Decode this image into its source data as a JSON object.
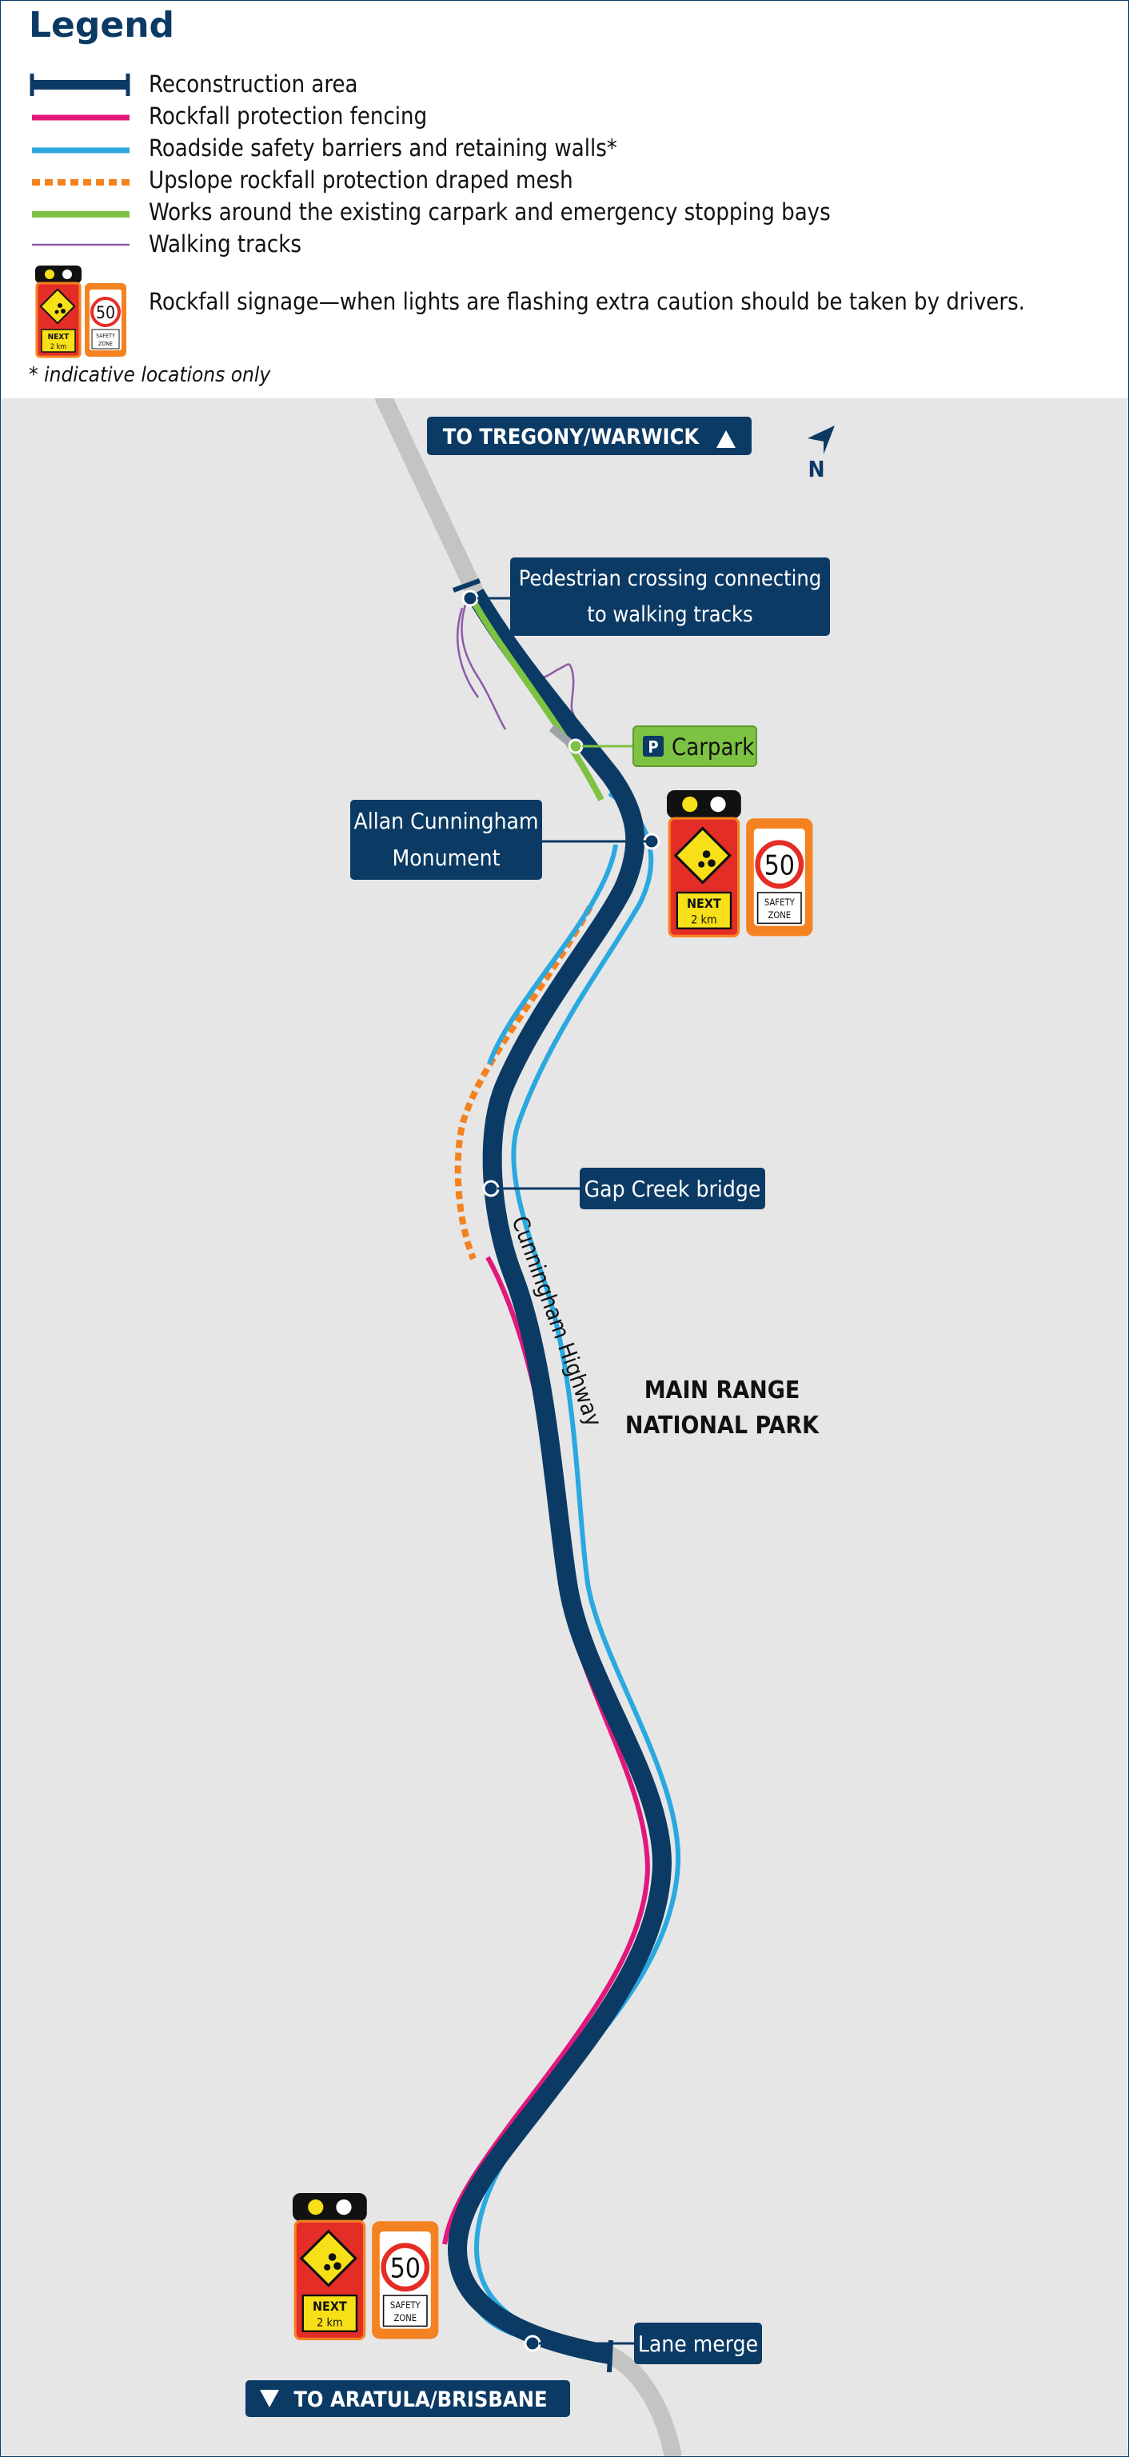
{
  "legend": {
    "title": "Legend",
    "items": [
      {
        "label": "Reconstruction area",
        "color": "#0b3a64"
      },
      {
        "label": "Rockfall protection fencing",
        "color": "#e2177c"
      },
      {
        "label": "Roadside safety barriers and retaining walls*",
        "color": "#2aa8e0"
      },
      {
        "label": "Upslope rockfall protection draped mesh",
        "color": "#f58220"
      },
      {
        "label": "Works around the existing carpark and emergency stopping bays",
        "color": "#7dc242"
      },
      {
        "label": "Walking tracks",
        "color": "#8e5aa6"
      }
    ],
    "signage_label": "Rockfall signage—when lights are flashing extra caution should be taken by drivers.",
    "note": "* indicative locations only"
  },
  "sign": {
    "next": "NEXT",
    "distance": "2 km",
    "speed": "50",
    "zone_line1": "SAFETY",
    "zone_line2": "ZONE"
  },
  "map": {
    "north_label": "TO TREGONY/WARWICK",
    "south_label": "TO ARATULA/BRISBANE",
    "north_arrow": "N",
    "callouts": {
      "pedestrian_line1": "Pedestrian crossing connecting",
      "pedestrian_line2": "to walking tracks",
      "carpark_icon": "P",
      "carpark": "Carpark",
      "monument_line1": "Allan Cunningham",
      "monument_line2": "Monument",
      "bridge": "Gap Creek bridge",
      "lane_merge": "Lane merge"
    },
    "road_label": "Cunningham Highway",
    "park_line1": "MAIN RANGE",
    "park_line2": "NATIONAL PARK"
  },
  "colors": {
    "navy": "#0b3a64",
    "magenta": "#e2177c",
    "cyan": "#2aa8e0",
    "orange": "#f58220",
    "green": "#7dc242",
    "purple": "#8e5aa6",
    "road_grey": "#c5c4c4",
    "map_bg": "#e6e6e7"
  }
}
